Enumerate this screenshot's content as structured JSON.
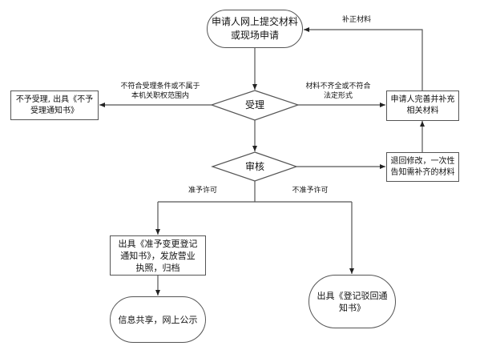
{
  "diagram": {
    "type": "flowchart",
    "nodes": {
      "start": {
        "text_line1": "申请人网上提交材料",
        "text_line2": "或现场申请",
        "shape": "rounded"
      },
      "accept": {
        "text": "受理",
        "shape": "diamond"
      },
      "review": {
        "text": "审核",
        "shape": "diamond"
      },
      "reject_notice": {
        "text_line1": "不予受理, 出具《不予",
        "text_line2": "受理通知书》",
        "shape": "rect"
      },
      "supplement": {
        "text_line1": "申请人完善并补充",
        "text_line2": "相关材料",
        "shape": "rect"
      },
      "return_modify": {
        "text_line1": "退回修改，一次性",
        "text_line2": "告知需补齐的材料",
        "shape": "rect"
      },
      "approve_issue": {
        "text_line1": "出具《准予变更登记",
        "text_line2": "通知书》，发放营业",
        "text_line3": "执照，归档",
        "shape": "rect"
      },
      "publish": {
        "text": "信息共享，网上公示",
        "shape": "rounded"
      },
      "deny_notice": {
        "text_line1": "出具《登记驳回通",
        "text_line2": "知书》",
        "shape": "rounded"
      }
    },
    "edge_labels": {
      "not_eligible_line1": "不符合受理条件或不属于",
      "not_eligible_line2": "本机关职权范围内",
      "incomplete_line1": "材料不齐全或不符合",
      "incomplete_line2": "法定形式",
      "correct_materials": "补正材料",
      "approved": "准予许可",
      "not_approved": "不准予许可"
    },
    "colors": {
      "line": "#555555",
      "text": "#111111",
      "background": "#ffffff"
    }
  }
}
